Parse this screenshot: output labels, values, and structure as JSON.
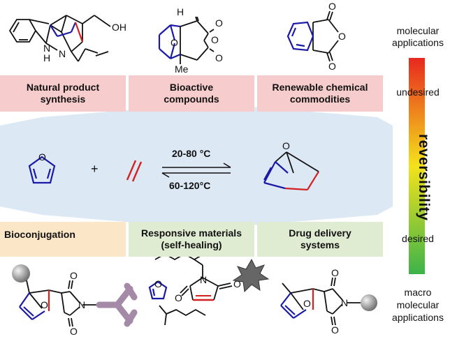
{
  "top_categories": [
    {
      "line1": "Natural product",
      "line2": "synthesis"
    },
    {
      "line1": "Bioactive",
      "line2": "compounds"
    },
    {
      "line1": "Renewable chemical",
      "line2": "commodities"
    }
  ],
  "bottom_categories": [
    {
      "line1": "Bioconjugation",
      "line2": ""
    },
    {
      "line1": "Responsive materials",
      "line2": "(self-healing)"
    },
    {
      "line1": "Drug delivery",
      "line2": "systems"
    }
  ],
  "reaction": {
    "forward_condition": "20-80 °C",
    "reverse_condition": "60-120°C",
    "plus": "+"
  },
  "scale": {
    "top_line1": "molecular",
    "top_line2": "applications",
    "undesired": "undesired",
    "axis_label": "reversibility",
    "desired": "desired",
    "bottom_line1": "macro",
    "bottom_line2": "molecular",
    "bottom_line3": "applications"
  },
  "atom_labels": {
    "oh": "OH",
    "nh_n": "N",
    "nh_h": "H",
    "n": "N",
    "o": "O",
    "me": "Me",
    "h": "H"
  },
  "colors": {
    "bond_blue": "#1a1aa6",
    "bond_red": "#d42020",
    "panel_blue": "#dde8f5",
    "pink": "#f7cccd",
    "peach": "#fbe7c7",
    "green": "#dfecd1",
    "gradient_top": "#e8281e",
    "gradient_mid": "#f4e21c",
    "gradient_bottom": "#3cb34a",
    "star": "#666666",
    "sphere": "#9a9a9a",
    "antibody": "#a58aa8"
  }
}
